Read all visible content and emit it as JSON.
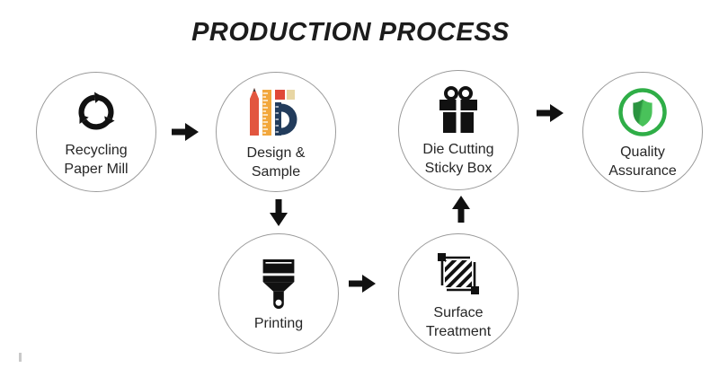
{
  "title": "PRODUCTION PROCESS",
  "steps": [
    {
      "label": "Recycling\nPaper Mill",
      "icon": "recycling-icon"
    },
    {
      "label": "Design &\nSample",
      "icon": "design-tools-icon"
    },
    {
      "label": "Printing",
      "icon": "paint-brush-icon"
    },
    {
      "label": "Surface\nTreatment",
      "icon": "crop-hatch-icon"
    },
    {
      "label": "Die Cutting\nSticky Box",
      "icon": "gift-box-icon"
    },
    {
      "label": "Quality\nAssurance",
      "icon": "shield-icon"
    }
  ],
  "arrows": [
    {
      "from": "Recycling Paper Mill",
      "to": "Design & Sample",
      "direction": "right"
    },
    {
      "from": "Design & Sample",
      "to": "Printing",
      "direction": "down"
    },
    {
      "from": "Printing",
      "to": "Surface Treatment",
      "direction": "right"
    },
    {
      "from": "Surface Treatment",
      "to": "Die Cutting Sticky Box",
      "direction": "up"
    },
    {
      "from": "Die Cutting Sticky Box",
      "to": "Quality Assurance",
      "direction": "right"
    }
  ],
  "colors": {
    "background": "#ffffff",
    "title_text": "#1c1c1c",
    "label_text": "#262626",
    "circle_border": "#9b9b9b",
    "arrow_black": "#111111",
    "pencil_red": "#e2563f",
    "ruler_orange": "#f2a73c",
    "protractor_navy": "#223c5c",
    "eraser_tan": "#e8d6a4",
    "accent_red_square": "#e04837",
    "quality_green_ring": "#2fae47",
    "shield_green_dark": "#2b9440",
    "shield_green_light": "#49c25a"
  }
}
